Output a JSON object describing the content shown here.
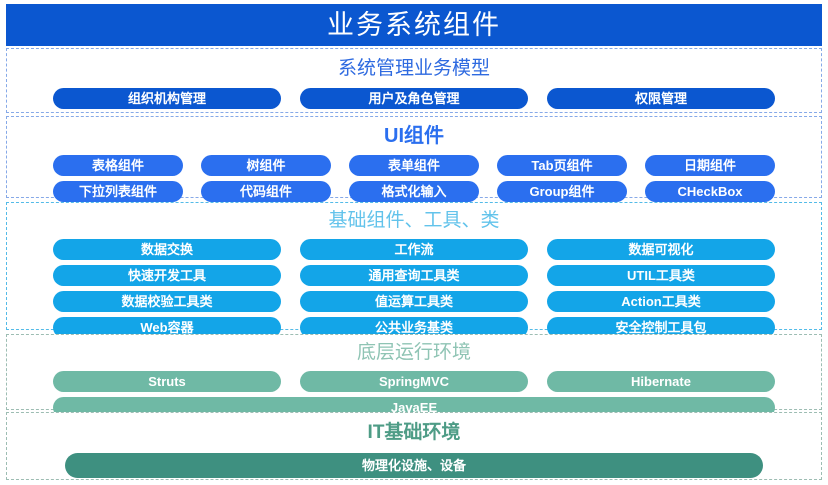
{
  "header": {
    "title": "业务系统组件",
    "bg_color": "#0B57D0",
    "text_color": "#ffffff"
  },
  "sections": [
    {
      "id": "model",
      "title": "系统管理业务模型",
      "accent_color": "#2E6AE0",
      "pill_color": "#0B57D0",
      "rows": [
        [
          "组织机构管理",
          "用户及角色管理",
          "权限管理"
        ]
      ]
    },
    {
      "id": "ui",
      "title": "UI组件",
      "accent_color": "#2B6FEF",
      "pill_color": "#2B6FEF",
      "rows": [
        [
          "表格组件",
          "树组件",
          "表单组件",
          "Tab页组件",
          "日期组件"
        ],
        [
          "下拉列表组件",
          "代码组件",
          "格式化输入",
          "Group组件",
          "CHeckBox"
        ]
      ]
    },
    {
      "id": "base",
      "title": "基础组件、工具、类",
      "accent_color": "#62C3EB",
      "pill_color": "#13A5E8",
      "rows": [
        [
          "数据交换",
          "工作流",
          "数据可视化"
        ],
        [
          "快速开发工具",
          "通用查询工具类",
          "UTIL工具类"
        ],
        [
          "数据校验工具类",
          "值运算工具类",
          "Action工具类"
        ],
        [
          "Web容器",
          "公共业务基类",
          "安全控制工具包"
        ]
      ]
    },
    {
      "id": "runtime",
      "title": "底层运行环境",
      "accent_color": "#8FC4B4",
      "pill_color": "#6FB9A5",
      "rows": [
        [
          "Struts",
          "SpringMVC",
          "Hibernate"
        ],
        [
          "JavaEE"
        ]
      ]
    },
    {
      "id": "it",
      "title": "IT基础环境",
      "accent_color": "#4E9C86",
      "pill_color": "#3E9080",
      "rows": [
        [
          "物理化设施、设备"
        ]
      ]
    }
  ],
  "chart_data": {
    "type": "table",
    "title": "业务系统组件",
    "categories": [
      "系统管理业务模型",
      "UI组件",
      "基础组件、工具、类",
      "底层运行环境",
      "IT基础环境"
    ],
    "series": [
      {
        "name": "系统管理业务模型",
        "values": [
          "组织机构管理",
          "用户及角色管理",
          "权限管理"
        ]
      },
      {
        "name": "UI组件",
        "values": [
          "表格组件",
          "树组件",
          "表单组件",
          "Tab页组件",
          "日期组件",
          "下拉列表组件",
          "代码组件",
          "格式化输入",
          "Group组件",
          "CHeckBox"
        ]
      },
      {
        "name": "基础组件、工具、类",
        "values": [
          "数据交换",
          "工作流",
          "数据可视化",
          "快速开发工具",
          "通用查询工具类",
          "UTIL工具类",
          "数据校验工具类",
          "值运算工具类",
          "Action工具类",
          "Web容器",
          "公共业务基类",
          "安全控制工具包"
        ]
      },
      {
        "name": "底层运行环境",
        "values": [
          "Struts",
          "SpringMVC",
          "Hibernate",
          "JavaEE"
        ]
      },
      {
        "name": "IT基础环境",
        "values": [
          "物理化设施、设备"
        ]
      }
    ],
    "xlabel": "",
    "ylabel": "",
    "legend": []
  }
}
